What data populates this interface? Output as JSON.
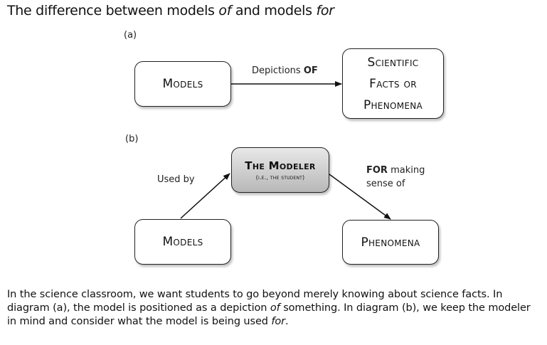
{
  "title": {
    "prefix": "The difference between models ",
    "of": "of",
    "middle": " and models ",
    "for": "for"
  },
  "diagram_a": {
    "label": "(a)",
    "models_box": "Models",
    "target_box_lines": [
      "Scientific",
      "Facts or",
      "Phenomena"
    ],
    "edge_label_text": "Depictions ",
    "edge_label_bold": "OF"
  },
  "diagram_b": {
    "label": "(b)",
    "modeler_main": "The Modeler",
    "modeler_sub": "(i.e., the student)",
    "models_box": "Models",
    "phenomena_box": "Phenomena",
    "used_by": "Used by",
    "for_bold": "FOR",
    "for_rest_line1": " making",
    "for_rest_line2": "sense of"
  },
  "caption": {
    "part1": "In the science classroom, we want students to go beyond merely knowing about science facts. In diagram (a), the model is positioned as a depiction ",
    "of": "of",
    "part2": " something. In diagram (b), we keep the modeler in mind and consider what the model is being used ",
    "for": "for",
    "part3": "."
  }
}
